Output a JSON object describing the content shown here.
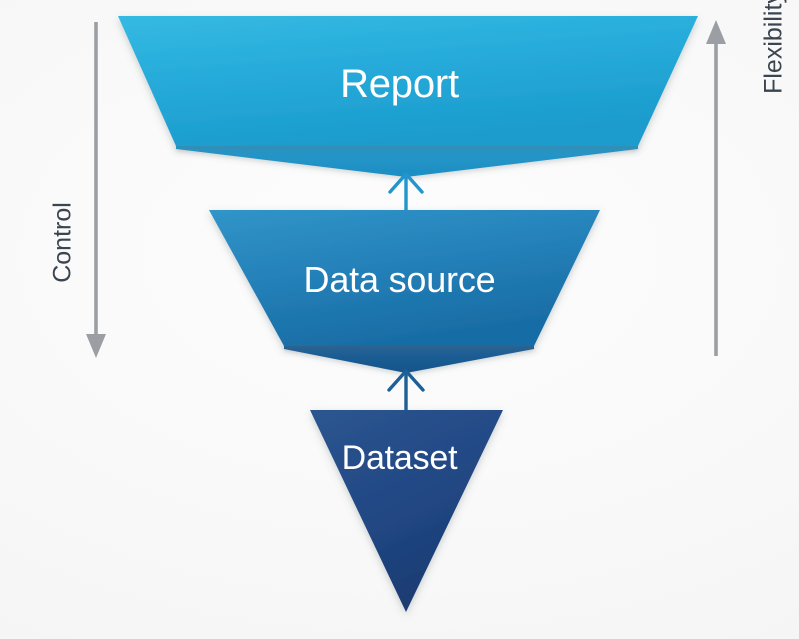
{
  "diagram": {
    "type": "inverted-funnel",
    "background_color": "#f7f7f7",
    "stages": [
      {
        "id": "report",
        "label": "Report",
        "shape": "trapezoid",
        "level": 1,
        "fill_top": "#2fb4dd",
        "fill_bottom": "#1c9fd0",
        "fold_color": "#2192c4",
        "text_color": "#ffffff"
      },
      {
        "id": "data-source",
        "label": "Data source",
        "shape": "trapezoid",
        "level": 2,
        "fill_top": "#2d8fc4",
        "fill_bottom": "#1c6fa8",
        "fold_color": "#1a5e95",
        "text_color": "#ffffff"
      },
      {
        "id": "dataset",
        "label": "Dataset",
        "shape": "triangle",
        "level": 3,
        "fill_top": "#28508f",
        "fill_bottom": "#1b3c74",
        "fold_color": "#1b3c74",
        "text_color": "#ffffff"
      }
    ],
    "connectors": [
      {
        "id": "dataset-to-data-source",
        "from": "dataset",
        "to": "data-source",
        "direction": "up",
        "color": "#1d5f97"
      },
      {
        "id": "data-source-to-report",
        "from": "data-source",
        "to": "report",
        "direction": "up",
        "color": "#2196cc"
      }
    ],
    "axes": [
      {
        "id": "control",
        "label": "Control",
        "direction": "down",
        "side": "left",
        "color": "#9b9fa3",
        "text_color": "#3a4550"
      },
      {
        "id": "flexibility",
        "label": "Flexibility",
        "direction": "up",
        "side": "right",
        "color": "#9b9fa3",
        "text_color": "#3a4550"
      }
    ]
  }
}
